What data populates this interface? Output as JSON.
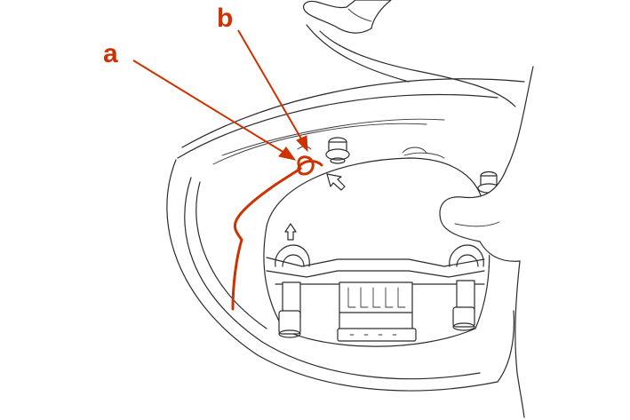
{
  "colors": {
    "line_art": "#2b2b2b",
    "accent_red": "#cc3300"
  },
  "callouts": [
    {
      "id": "a",
      "label": "a"
    },
    {
      "id": "b",
      "label": "b"
    }
  ]
}
